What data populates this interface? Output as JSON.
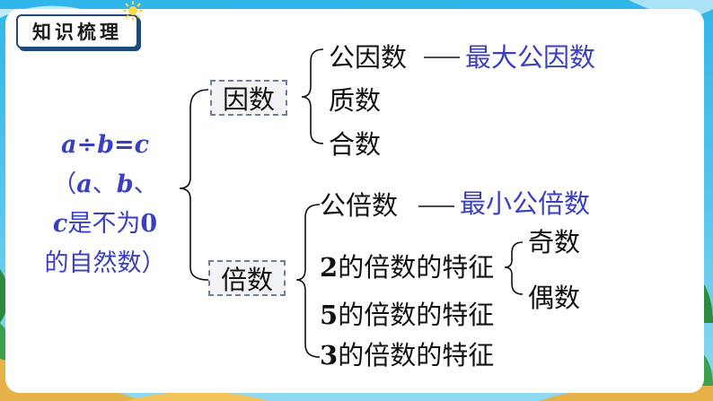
{
  "badge": {
    "title": "知识梳理"
  },
  "left": {
    "line1": {
      "a": "a",
      "div": "÷",
      "b": "b",
      "eq": "=",
      "c": "c"
    },
    "line2": {
      "open": "（",
      "a": "a",
      "sep1": "、",
      "b": "b",
      "sep2": "、"
    },
    "line3": {
      "c": "c",
      "text": "是不为",
      "zero": "0"
    },
    "line4": "的自然数）"
  },
  "factor": {
    "label": "因数",
    "items": [
      "公因数",
      "质数",
      "合数"
    ],
    "common_result": "最大公因数"
  },
  "multiple": {
    "label": "倍数",
    "common": "公倍数",
    "common_result": "最小公倍数",
    "feature2": {
      "num": "2",
      "text": "的倍数的特征"
    },
    "feature5": {
      "num": "5",
      "text": "的倍数的特征"
    },
    "feature3": {
      "num": "3",
      "text": "的倍数的特征"
    },
    "parity": [
      "奇数",
      "偶数"
    ]
  },
  "colors": {
    "accent": "#3a3fbf",
    "sky": "#2fb6ea",
    "badge_border": "#1d4a7a"
  }
}
